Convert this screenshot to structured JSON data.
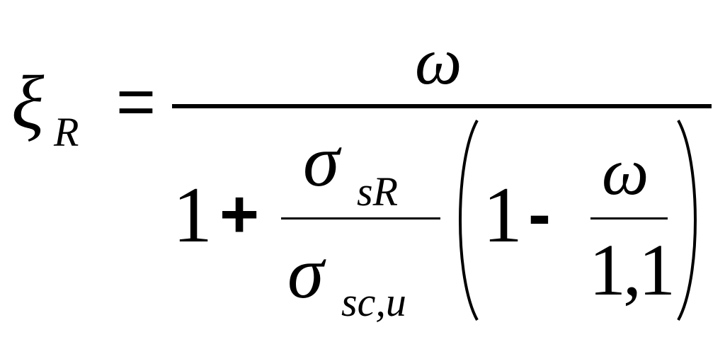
{
  "formula": {
    "lhs": {
      "symbol": "ξ",
      "subscript": "R"
    },
    "equals": "=",
    "numerator": "ω",
    "denominator": {
      "one": "1",
      "plus": "+",
      "inner_fraction": {
        "numerator_symbol": "σ",
        "numerator_subscript": "sR",
        "denominator_symbol": "σ",
        "denominator_subscript": "sc,u"
      },
      "bracket": {
        "one": "1",
        "minus": "-",
        "fraction": {
          "numerator": "ω",
          "denominator": "1,1"
        }
      }
    }
  }
}
